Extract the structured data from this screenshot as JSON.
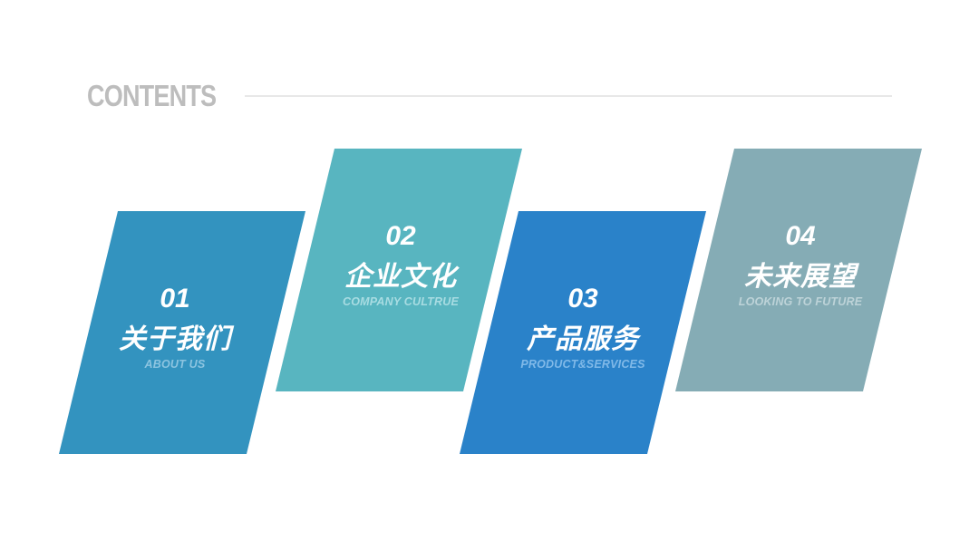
{
  "header": {
    "title": "CONTENTS",
    "rule_color": "#e8e8e8",
    "title_color": "#bdbdbd"
  },
  "cards": [
    {
      "number": "01",
      "title_cn": "关于我们",
      "title_en": "ABOUT US",
      "color": "#3393bf",
      "subtitle_color": "#8cc4e0"
    },
    {
      "number": "02",
      "title_cn": "企业文化",
      "title_en": "COMPANY CULTRUE",
      "color": "#58b5c0",
      "subtitle_color": "#a8dce2"
    },
    {
      "number": "03",
      "title_cn": "产品服务",
      "title_en": "PRODUCT&SERVICES",
      "color": "#2a82c9",
      "subtitle_color": "#80b9e8"
    },
    {
      "number": "04",
      "title_cn": "未来展望",
      "title_en": "LOOKING TO FUTURE",
      "color": "#85acb5",
      "subtitle_color": "#bdd3d8"
    }
  ]
}
